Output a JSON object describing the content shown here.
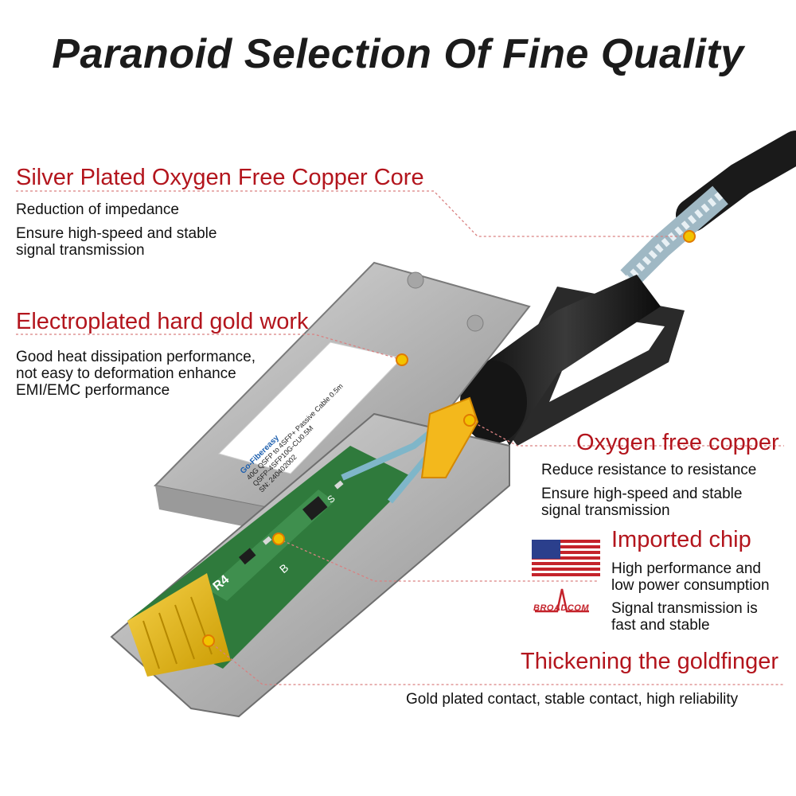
{
  "title": "Paranoid Selection Of Fine Quality",
  "features": {
    "copper_core": {
      "heading": "Silver Plated Oxygen Free Copper Core",
      "line1": "Reduction of impedance",
      "line2": "Ensure high-speed and stable",
      "line3": "signal transmission"
    },
    "gold_work": {
      "heading": "Electroplated hard gold work",
      "line1": "Good heat dissipation performance,",
      "line2": "not easy to deformation enhance",
      "line3": "EMI/EMC performance"
    },
    "oxygen_free": {
      "heading": "Oxygen free copper",
      "line1": "Reduce resistance to resistance",
      "line2": "Ensure high-speed and stable",
      "line3": "signal transmission"
    },
    "chip": {
      "heading": "Imported chip",
      "line1": "High performance and",
      "line2": "low power consumption",
      "line3": "Signal transmission is",
      "line4": "fast and stable"
    },
    "goldfinger": {
      "heading": "Thickening the goldfinger",
      "line1": "Gold plated contact, stable contact, high reliability"
    }
  },
  "product_label": {
    "brand": "Go-Fibereasy",
    "model": "40G QSFP to 4SFP+ Passive Cable 0.5m",
    "part": "QSFP-4SFP10G-CU0.5M",
    "serial": "SN: 240402002"
  },
  "logos": {
    "broadcom": "BROADCOM"
  },
  "pcb_marks": {
    "mark1": "R4",
    "mark2": "B",
    "mark3": "S"
  },
  "colors": {
    "accent_red": "#b3151d",
    "pcb_green": "#2f7a3c",
    "gold": "#e6b800",
    "dot_yellow": "#f2c300"
  }
}
